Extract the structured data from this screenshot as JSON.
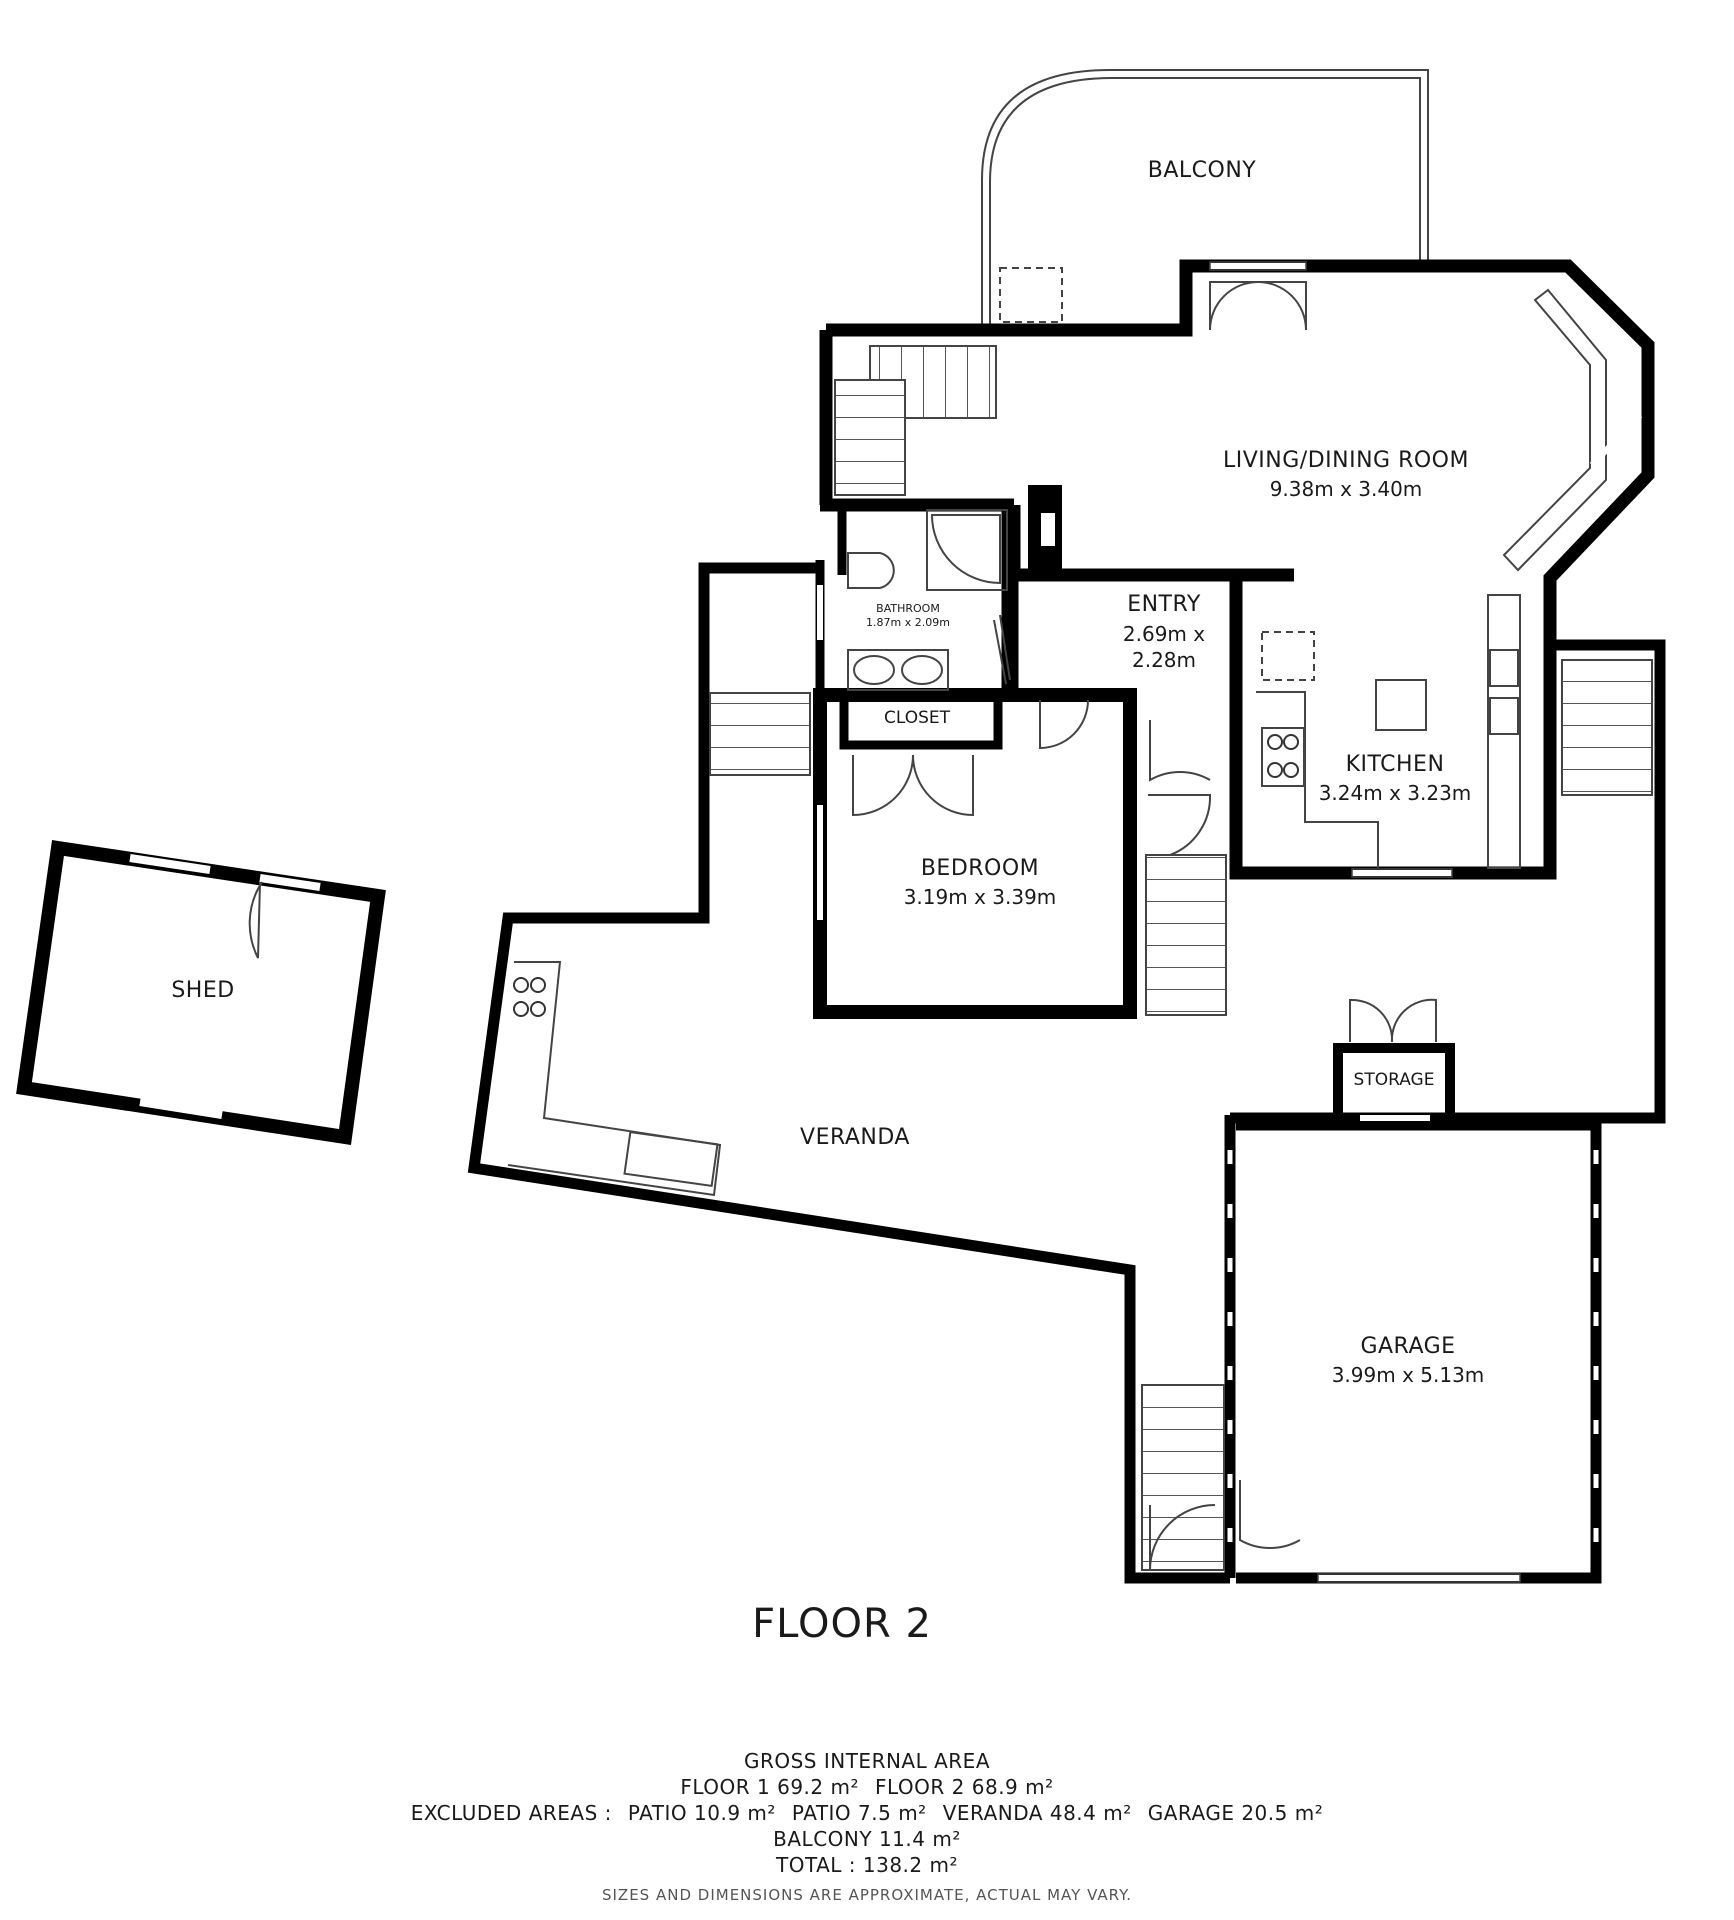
{
  "floor_title": "FLOOR 2",
  "rooms": {
    "balcony": {
      "name": "BALCONY"
    },
    "living": {
      "name": "LIVING/DINING ROOM",
      "dims": "9.38m x 3.40m"
    },
    "bathroom": {
      "name": "BATHROOM",
      "dims": "1.87m x 2.09m"
    },
    "entry": {
      "name": "ENTRY",
      "dims_line1": "2.69m x",
      "dims_line2": "2.28m"
    },
    "closet": {
      "name": "CLOSET"
    },
    "kitchen": {
      "name": "KITCHEN",
      "dims": "3.24m x 3.23m"
    },
    "bedroom": {
      "name": "BEDROOM",
      "dims": "3.19m x 3.39m"
    },
    "shed": {
      "name": "SHED"
    },
    "veranda": {
      "name": "VERANDA"
    },
    "storage": {
      "name": "STORAGE"
    },
    "garage": {
      "name": "GARAGE",
      "dims": "3.99m x 5.13m"
    }
  },
  "summary": {
    "heading": "GROSS INTERNAL AREA",
    "floor1": "FLOOR 1 69.2 m²",
    "floor2": "FLOOR 2 68.9 m²",
    "excluded_label": "EXCLUDED AREAS :",
    "excluded": [
      "PATIO 10.9 m²",
      "PATIO 7.5 m²",
      "VERANDA 48.4 m²",
      "GARAGE 20.5 m²"
    ],
    "balcony": "BALCONY 11.4 m²",
    "total": "TOTAL :  138.2 m²",
    "disclaimer": "SIZES AND DIMENSIONS ARE APPROXIMATE, ACTUAL MAY VARY."
  },
  "colors": {
    "wall": "#000000",
    "line": "#333333",
    "background": "#ffffff"
  }
}
